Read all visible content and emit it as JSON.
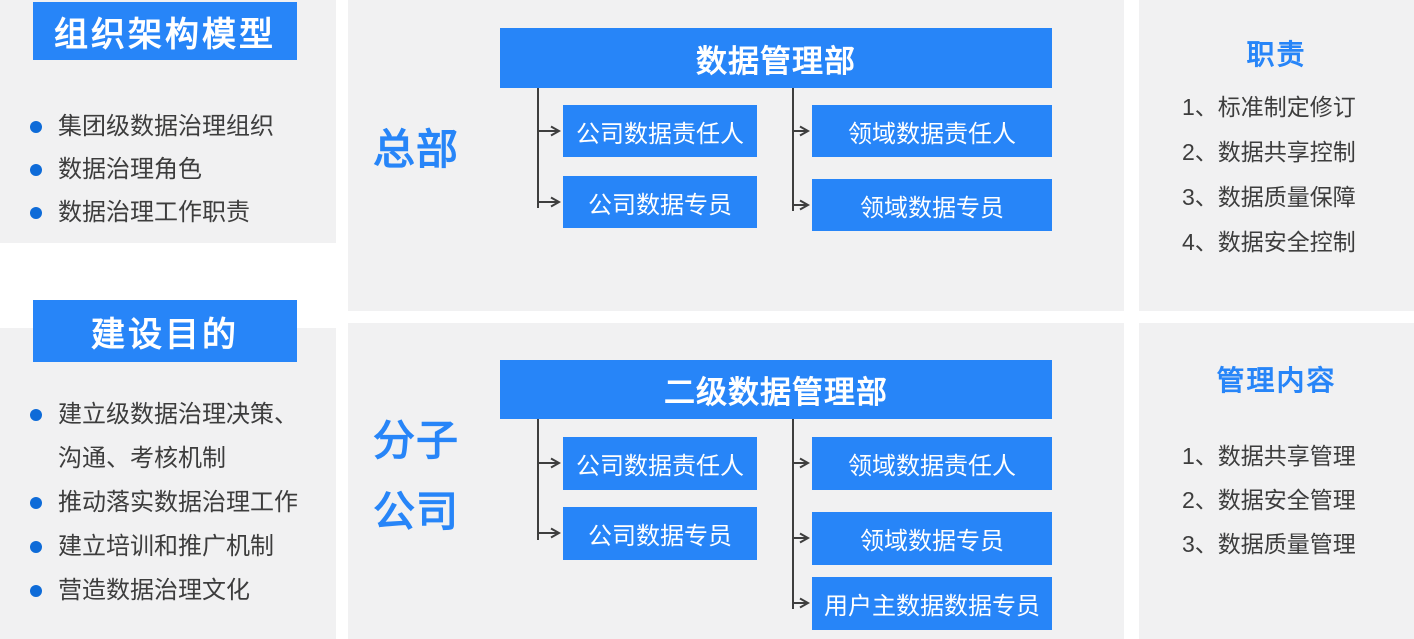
{
  "colors": {
    "accent_blue": "#2785F8",
    "bullet_blue": "#0E6BD8",
    "panel_gray": "#F1F1F2",
    "connector_gray": "#3E3E3E",
    "text_dark": "#3D3D3D"
  },
  "left": {
    "model": {
      "title": "组织架构模型",
      "items": [
        "集团级数据治理组织",
        "数据治理角色",
        "数据治理工作职责"
      ]
    },
    "purpose": {
      "title": "建设目的",
      "items": [
        "建立级数据治理决策、沟通、考核机制",
        "推动落实数据治理工作",
        "建立培训和推广机制",
        "营造数据治理文化"
      ]
    }
  },
  "org_hq": {
    "label": "总部",
    "root": "数据管理部",
    "col1": [
      "公司数据责任人",
      "公司数据专员"
    ],
    "col2": [
      "领域数据责任人",
      "领域数据专员"
    ]
  },
  "org_sub": {
    "label_lines": [
      "分子",
      "公司"
    ],
    "root": "二级数据管理部",
    "col1": [
      "公司数据责任人",
      "公司数据专员"
    ],
    "col2": [
      "领域数据责任人",
      "领域数据专员",
      "用户主数据数据专员"
    ]
  },
  "duties": {
    "title": "职责",
    "items": [
      "1、标准制定修订",
      "2、数据共享控制",
      "3、数据质量保障",
      "4、数据安全控制"
    ]
  },
  "management": {
    "title": "管理内容",
    "items": [
      "1、数据共享管理",
      "2、数据安全管理",
      "3、数据质量管理"
    ]
  }
}
